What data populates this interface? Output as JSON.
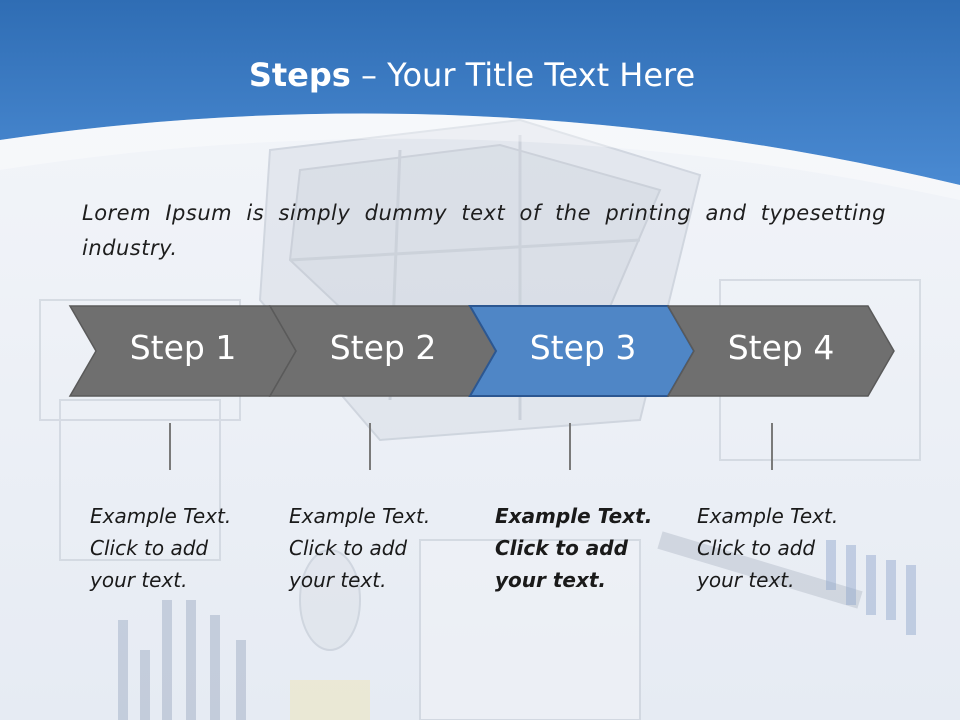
{
  "slide": {
    "title_bold": "Steps",
    "title_rest": " – Your Title Text Here",
    "intro": "Lorem Ipsum is simply dummy text of the printing and typesetting industry.",
    "steps": [
      {
        "label": "Step 1",
        "text": "Example Text.\nClick  to add\nyour text.",
        "active": false
      },
      {
        "label": "Step 2",
        "text": "Example Text.\nClick  to add\nyour text.",
        "active": false
      },
      {
        "label": "Step 3",
        "text": "Example Text.\nClick  to add\nyour text.",
        "active": true
      },
      {
        "label": "Step 4",
        "text": "Example Text.\nClick  to add\nyour text.",
        "active": false
      }
    ]
  },
  "colors": {
    "header_blue": "#3a78c0",
    "step_gray": "#6f6f6f",
    "step_active": "#4f86c6",
    "step_active_border": "#2c5791"
  }
}
